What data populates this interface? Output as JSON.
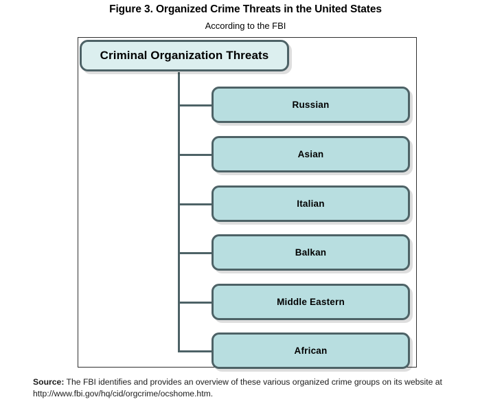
{
  "figure": {
    "title": "Figure 3. Organized Crime Threats in the United States",
    "subtitle": "According to the FBI"
  },
  "diagram": {
    "type": "tree",
    "root": {
      "label": "Criminal Organization Threats",
      "fill_color": "#dcefef",
      "border_color": "#4d6266"
    },
    "children": [
      {
        "label": "Russian"
      },
      {
        "label": "Asian"
      },
      {
        "label": "Italian"
      },
      {
        "label": "Balkan"
      },
      {
        "label": "Middle Eastern"
      },
      {
        "label": "African"
      }
    ],
    "child_fill_color": "#b8dee0",
    "connector_color": "#4d6266",
    "frame_border_color": "#2f2f2f"
  },
  "source": {
    "label": "Source:",
    "text": " The FBI identifies and provides an overview of these various organized crime groups on its website at http://www.fbi.gov/hq/cid/orgcrime/ocshome.htm."
  }
}
